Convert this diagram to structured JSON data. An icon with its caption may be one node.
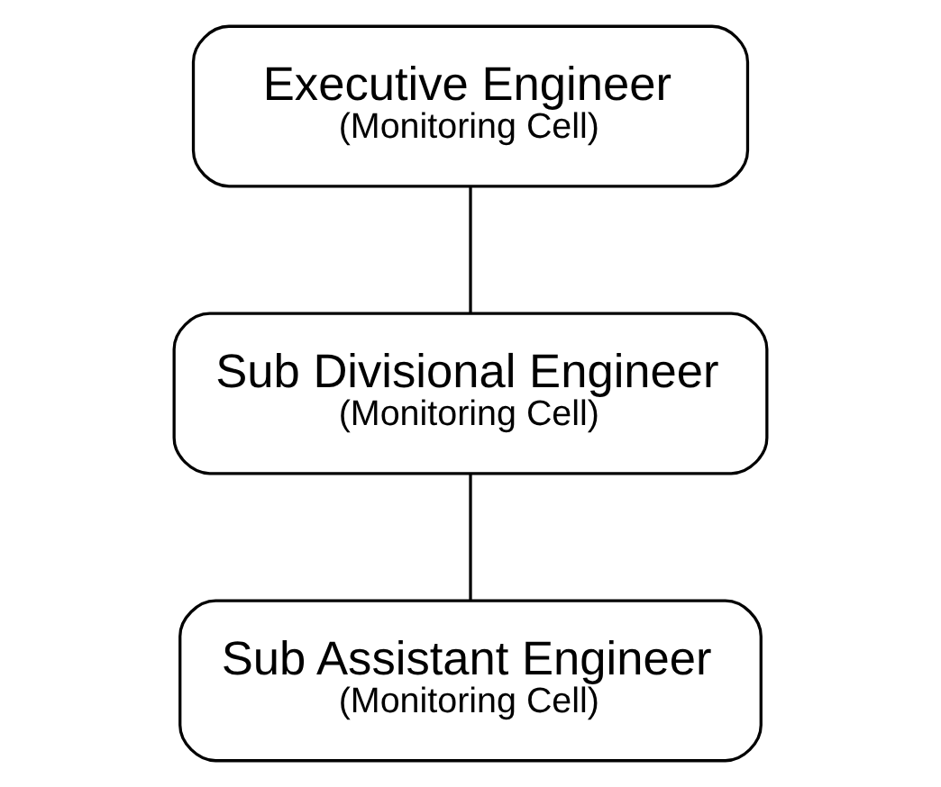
{
  "diagram": {
    "nodes": [
      {
        "text": [
          "Executive Engineer",
          "(Monitoring Cell)"
        ]
      },
      {
        "text": [
          "Sub Divisional Engineer",
          "(Monitoring Cell)"
        ]
      },
      {
        "text": [
          "Sub Assistant Engineer",
          "(Monitoring Cell)"
        ]
      }
    ],
    "edges": [
      {
        "from": 0,
        "to": 1,
        "arrow": "none"
      },
      {
        "from": 1,
        "to": 2,
        "arrow": "none"
      }
    ]
  }
}
